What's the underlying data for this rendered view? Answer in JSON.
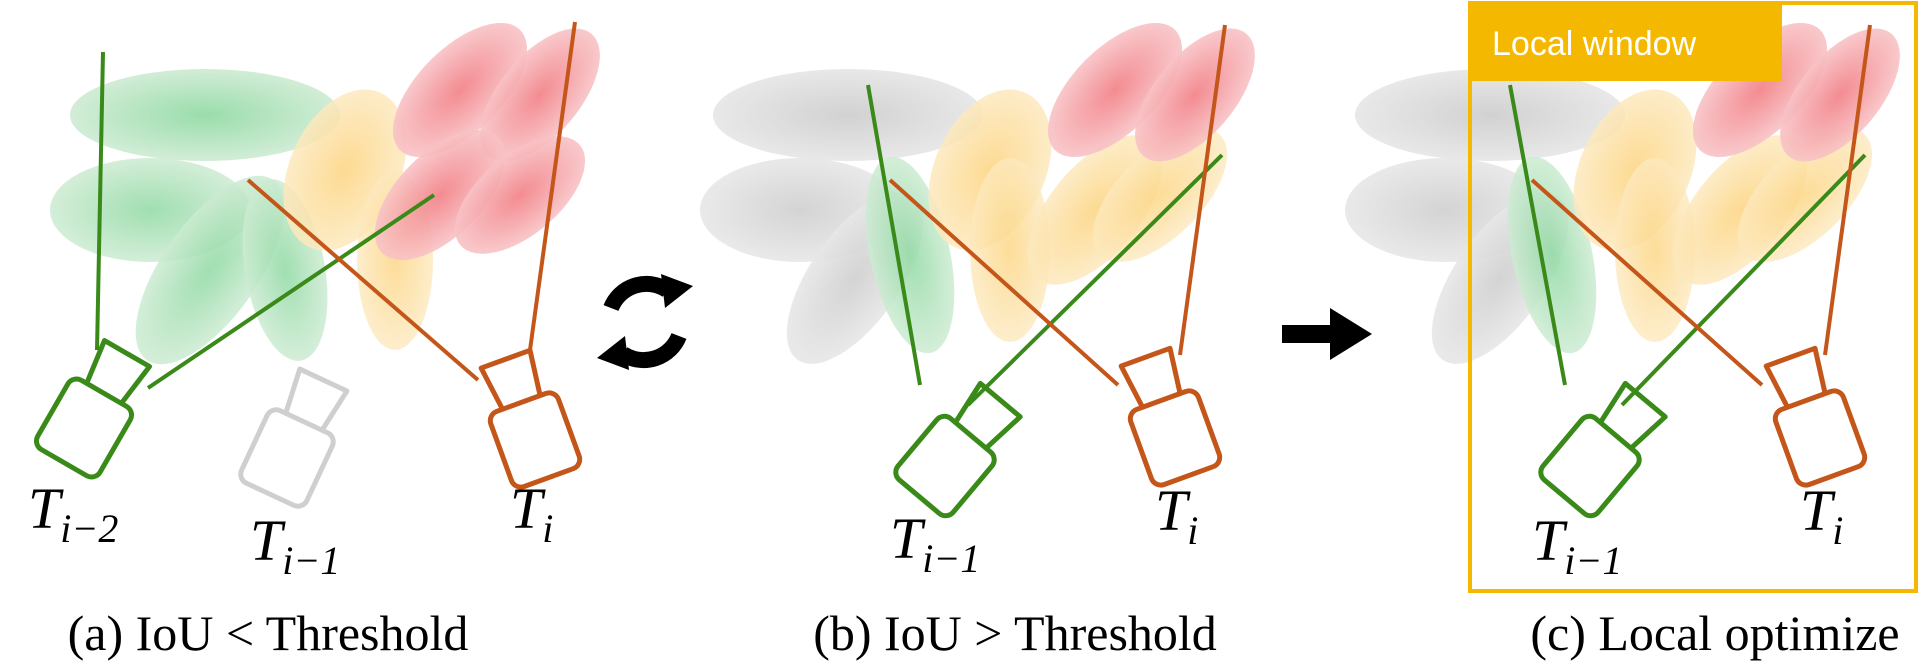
{
  "colors": {
    "green": "#3a8a1a",
    "orange": "#c4561a",
    "faded": "#cfcfcf",
    "window": "#f5b800",
    "arrow": "#000000"
  },
  "panel_a": {
    "caption": "(a) IoU < Threshold",
    "cam1": {
      "base": "T",
      "sub": "i−2"
    },
    "cam2": {
      "base": "T",
      "sub": "i−1"
    },
    "cam3": {
      "base": "T",
      "sub": "i"
    }
  },
  "panel_b": {
    "caption": "(b) IoU > Threshold",
    "cam1": {
      "base": "T",
      "sub": "i−1"
    },
    "cam2": {
      "base": "T",
      "sub": "i"
    }
  },
  "panel_c": {
    "caption": "(c) Local optimize",
    "window_label": "Local window",
    "cam1": {
      "base": "T",
      "sub": "i−1"
    },
    "cam2": {
      "base": "T",
      "sub": "i"
    }
  },
  "icons": [
    "refresh-icon",
    "right-arrow-icon",
    "camera-icon"
  ]
}
